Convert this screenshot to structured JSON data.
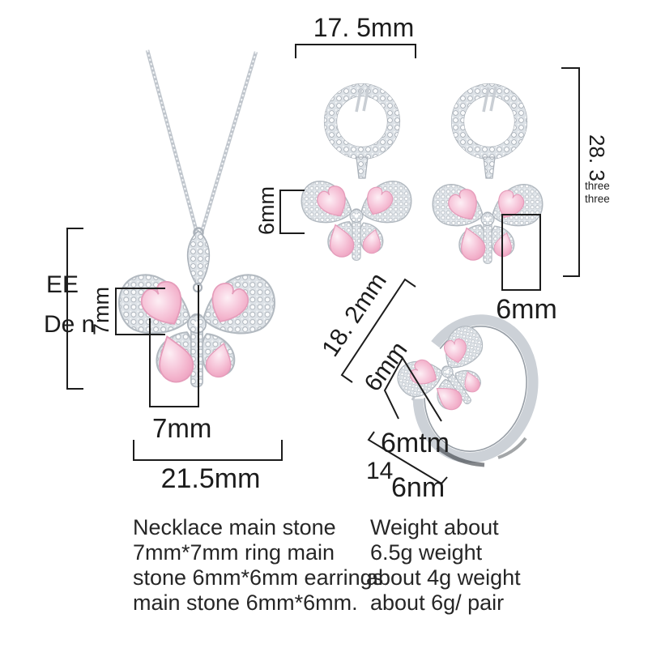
{
  "scene": "jewelry set size chart: bow necklace, bow drop earrings, bow ring with measurement callouts",
  "measurements": {
    "earrings_width": "17. 5mm",
    "earrings_height": "28. 3",
    "height_note_line1": "three",
    "height_note_line2": "three",
    "earring_left_stone": "6mm",
    "earring_right_stone": "6mm",
    "left_margin_text1": "EE",
    "left_margin_text2": "De n",
    "pendant_stone_height": "7mm",
    "pendant_stone_width": "7mm",
    "pendant_width": "21.5mm",
    "ring_length": "18. 2mm",
    "ring_stone_height": "6mm",
    "ring_stone_width": "6mtm",
    "ring_size_prefix": "14",
    "ring_size": "6nm"
  },
  "descriptions": {
    "stones": {
      "lines": [
        "Necklace main stone",
        "7mm*7mm ring main",
        "stone 6mm*6mm earrings",
        "main stone 6mm*6mm."
      ]
    },
    "weights": {
      "lines": [
        "Weight about",
        "6.5g weight",
        "about 4g weight",
        "about 6g/ pair"
      ]
    }
  },
  "colors": {
    "stone_pink": "#f5bcd2",
    "stone_pink_deep": "#eda0c0",
    "pave_silver": "#dde2e7",
    "metal_edge": "#a6adb5",
    "dimension_line": "#1c1c1c",
    "background": "#ffffff"
  }
}
